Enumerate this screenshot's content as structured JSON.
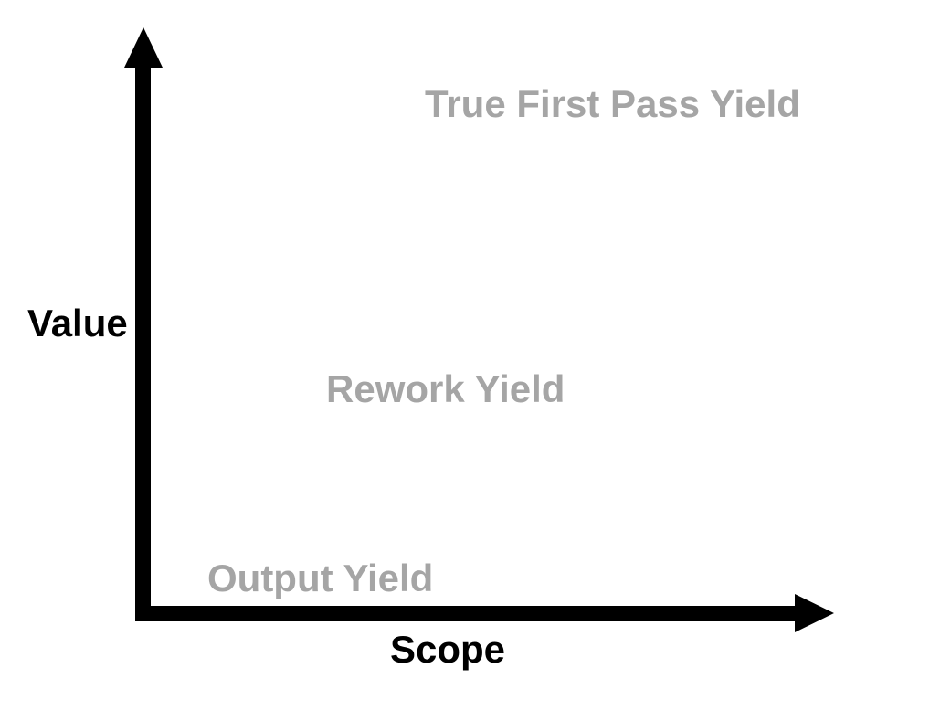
{
  "diagram": {
    "y_axis_label": "Value",
    "x_axis_label": "Scope",
    "levels": [
      {
        "text": "Output Yield",
        "position": "bottom-left"
      },
      {
        "text": "Rework Yield",
        "position": "middle"
      },
      {
        "text": "True First Pass Yield",
        "position": "upper-right"
      }
    ],
    "colors": {
      "axis": "#000000",
      "axis_label_text": "#000000",
      "level_label_text": "#a5a5a5",
      "background": "#ffffff"
    }
  }
}
